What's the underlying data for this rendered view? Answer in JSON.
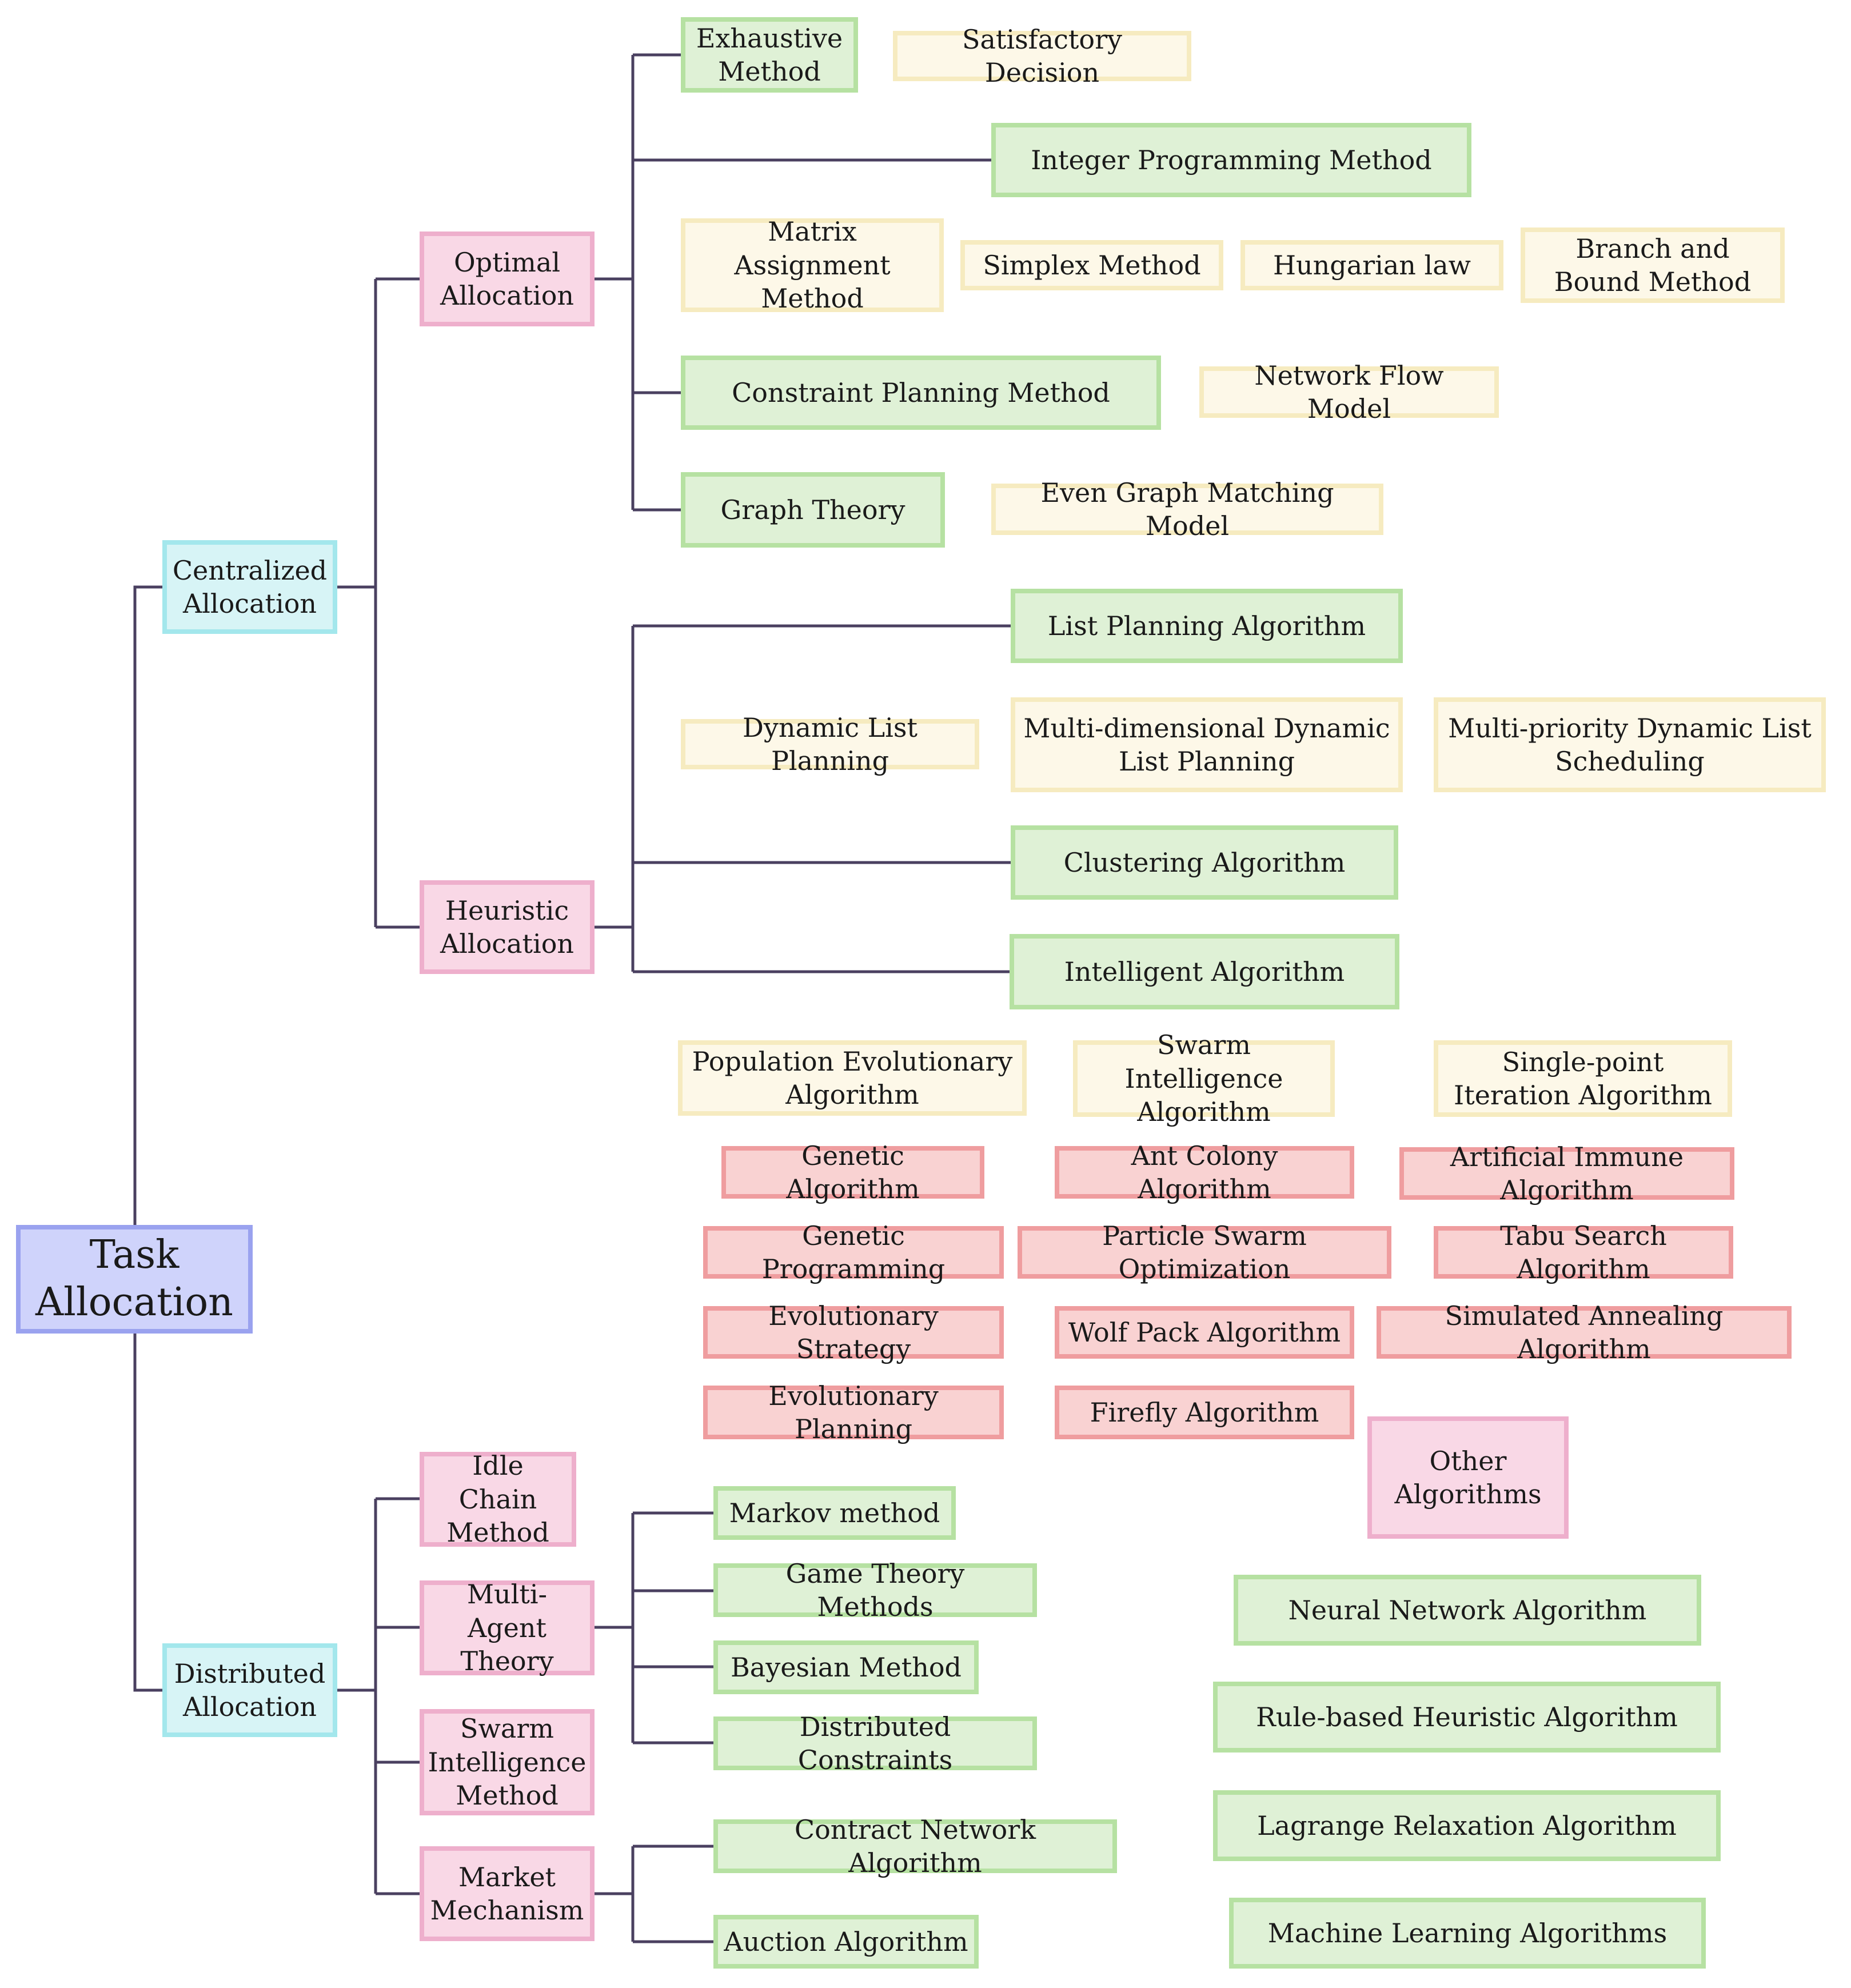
{
  "colors": {
    "root_fill": "#cfd3fb",
    "level1_fill": "#d7f4f6",
    "level2_fill": "#f9d8e6",
    "method_fill": "#dff1d6",
    "example_fill": "#fdf8e8",
    "algorithm_fill": "#f9d2d2",
    "connector_line": "#4a4060"
  },
  "root": "Task Allocation",
  "centralized": {
    "label": "Centralized Allocation",
    "optimal": {
      "label": "Optimal Allocation",
      "exhaustive": "Exhaustive Method",
      "satisfactory": "Satisfactory Decision",
      "integer_programming": "Integer Programming Method",
      "matrix_assignment": "Matrix Assignment Method",
      "simplex": "Simplex Method",
      "hungarian": "Hungarian law",
      "branch_bound": "Branch and Bound Method",
      "constraint_planning": "Constraint Planning Method",
      "network_flow": "Network Flow Model",
      "graph_theory": "Graph Theory",
      "even_graph": "Even Graph Matching Model"
    },
    "heuristic": {
      "label": "Heuristic Allocation",
      "list_planning": "List Planning Algorithm",
      "dynamic_list": "Dynamic List Planning",
      "multi_dim_list": "Multi-dimensional Dynamic List Planning",
      "multi_priority_list": "Multi-priority Dynamic List Scheduling",
      "clustering": "Clustering Algorithm",
      "intelligent": "Intelligent Algorithm",
      "population_evolutionary": "Population Evolutionary Algorithm",
      "swarm_intelligence_alg": "Swarm Intelligence Algorithm",
      "single_point": "Single-point Iteration Algorithm",
      "genetic_algorithm": "Genetic Algorithm",
      "ant_colony": "Ant Colony Algorithm",
      "artificial_immune": "Artificial Immune Algorithm",
      "genetic_programming": "Genetic Programming",
      "particle_swarm": "Particle Swarm Optimization",
      "tabu_search": "Tabu Search Algorithm",
      "evolutionary_strategy": "Evolutionary Strategy",
      "wolf_pack": "Wolf Pack Algorithm",
      "simulated_annealing": "Simulated Annealing Algorithm",
      "evolutionary_planning": "Evolutionary Planning",
      "firefly": "Firefly Algorithm"
    }
  },
  "other": {
    "label": "Other Algorithms",
    "neural_network": "Neural Network Algorithm",
    "rule_based": "Rule-based Heuristic Algorithm",
    "lagrange": "Lagrange Relaxation Algorithm",
    "machine_learning": "Machine Learning Algorithms"
  },
  "distributed": {
    "label": "Distributed Allocation",
    "idle_chain": "Idle Chain Method",
    "multi_agent": {
      "label": "Multi-Agent Theory",
      "markov": "Markov method",
      "game_theory": "Game Theory Methods",
      "bayesian": "Bayesian Method",
      "distributed_constraints": "Distributed Constraints"
    },
    "swarm_method": "Swarm Intelligence Method",
    "market": {
      "label": "Market Mechanism",
      "contract_network": "Contract Network Algorithm",
      "auction": "Auction Algorithm"
    }
  }
}
